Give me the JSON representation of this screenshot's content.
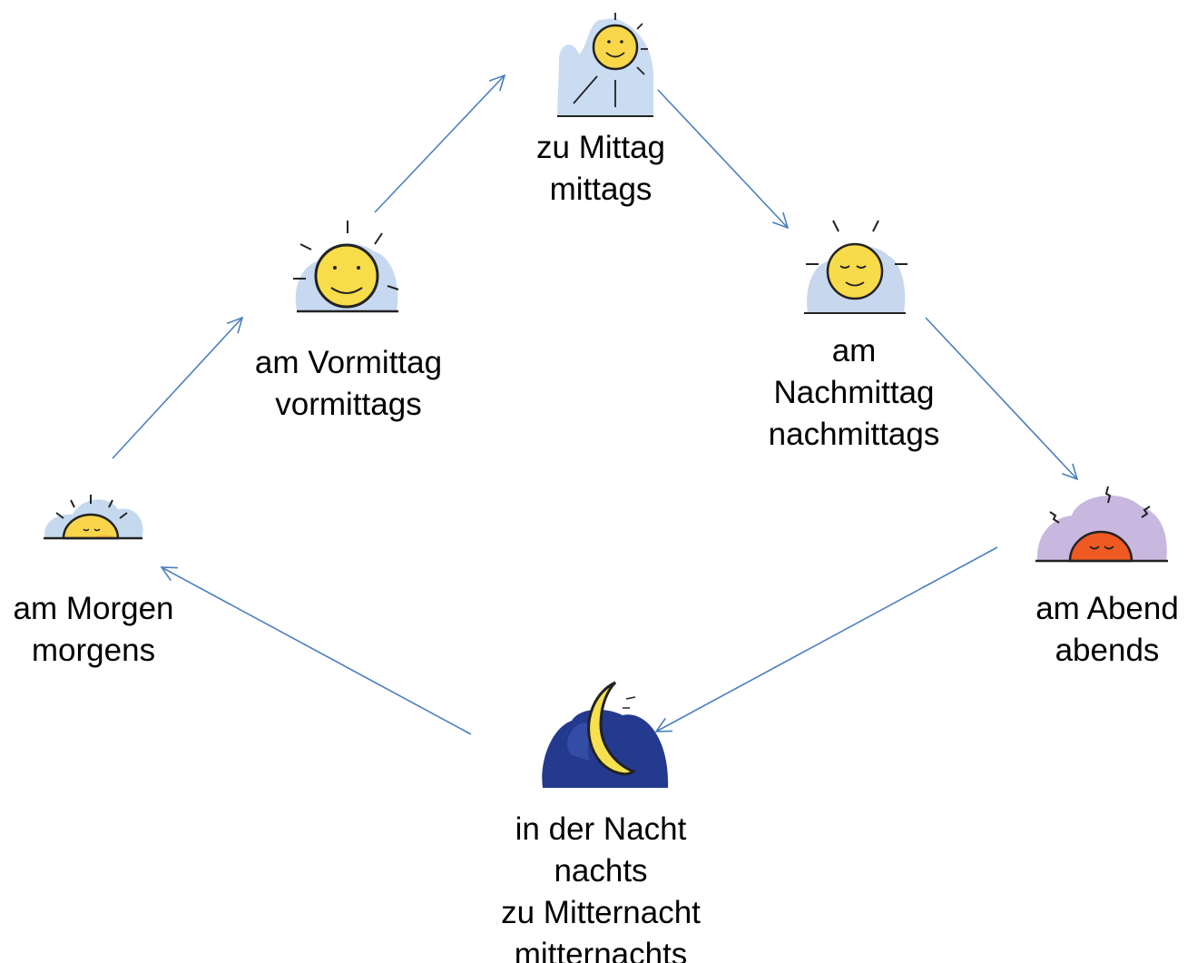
{
  "arrow_color": "#4a7fbf",
  "stages": [
    {
      "id": "morgen",
      "icon": "sunrise-icon",
      "lines": [
        "am Morgen",
        "morgens"
      ]
    },
    {
      "id": "vormittag",
      "icon": "morning-sun-icon",
      "lines": [
        "am Vormittag",
        "vormittags"
      ]
    },
    {
      "id": "mittag",
      "icon": "noon-sun-icon",
      "lines": [
        "zu Mittag",
        "mittags"
      ]
    },
    {
      "id": "nachmittag",
      "icon": "afternoon-sun-icon",
      "lines": [
        "am",
        "Nachmittag",
        "nachmittags"
      ]
    },
    {
      "id": "abend",
      "icon": "sunset-icon",
      "lines": [
        "am Abend",
        "abends"
      ]
    },
    {
      "id": "nacht",
      "icon": "moon-icon",
      "lines": [
        "in der Nacht",
        "nachts",
        "zu Mitternacht",
        "mitternachts"
      ]
    }
  ]
}
